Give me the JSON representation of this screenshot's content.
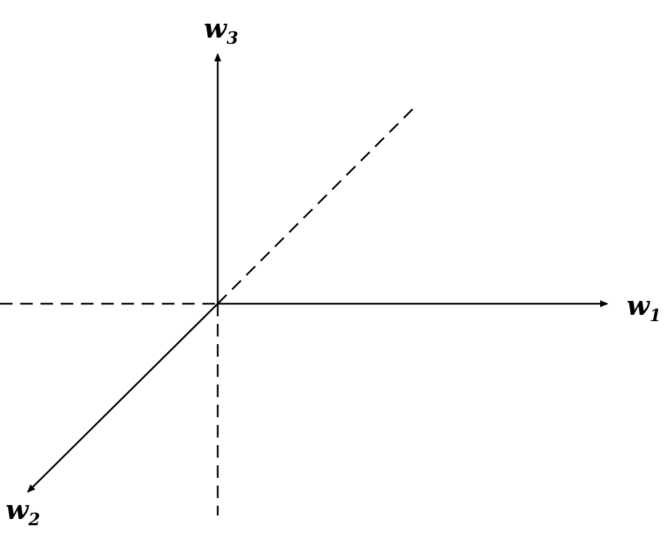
{
  "diagram": {
    "axes": [
      {
        "label": "w",
        "subscript": "1",
        "line": "solid",
        "arrow": true
      },
      {
        "label": "w",
        "subscript": "2",
        "line": "solid",
        "arrow": true
      },
      {
        "label": "w",
        "subscript": "3",
        "line": "solid",
        "arrow": true
      }
    ],
    "negative_extensions": {
      "line": "dashed"
    },
    "colors": {
      "stroke": "#000000",
      "background": "#ffffff"
    }
  }
}
